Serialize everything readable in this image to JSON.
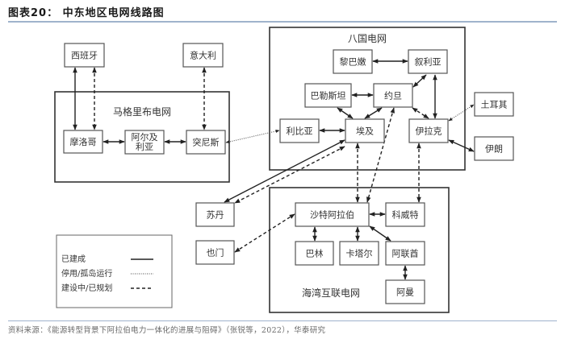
{
  "header": {
    "title": "图表20：  中东地区电网线路图"
  },
  "footer": {
    "source": "资料来源：《能源转型背景下阿拉伯电力一体化的进展与阻碍》（张锐等，2022），华泰研究"
  },
  "grids": [
    {
      "id": "maghreb",
      "label": "马格里布电网"
    },
    {
      "id": "eight",
      "label": "八国电网"
    },
    {
      "id": "gcc",
      "label": "海湾互联电网"
    }
  ],
  "nodes": [
    {
      "id": "spain",
      "label": "西班牙"
    },
    {
      "id": "italy",
      "label": "意大利"
    },
    {
      "id": "morocco",
      "label": "摩洛哥"
    },
    {
      "id": "algeria",
      "label": "阿尔及利亚",
      "lines": [
        "阿尔及",
        "利亚"
      ]
    },
    {
      "id": "tunisia",
      "label": "突尼斯"
    },
    {
      "id": "lebanon",
      "label": "黎巴嫩"
    },
    {
      "id": "syria",
      "label": "叙利亚"
    },
    {
      "id": "palestine",
      "label": "巴勒斯坦"
    },
    {
      "id": "jordan",
      "label": "约旦"
    },
    {
      "id": "libya",
      "label": "利比亚"
    },
    {
      "id": "egypt",
      "label": "埃及"
    },
    {
      "id": "iraq",
      "label": "伊拉克"
    },
    {
      "id": "turkey",
      "label": "土耳其"
    },
    {
      "id": "iran",
      "label": "伊朗"
    },
    {
      "id": "sudan",
      "label": "苏丹"
    },
    {
      "id": "yemen",
      "label": "也门"
    },
    {
      "id": "saudi",
      "label": "沙特阿拉伯"
    },
    {
      "id": "kuwait",
      "label": "科威特"
    },
    {
      "id": "bahrain",
      "label": "巴林"
    },
    {
      "id": "qatar",
      "label": "卡塔尔"
    },
    {
      "id": "uae",
      "label": "阿联酋"
    },
    {
      "id": "oman",
      "label": "阿曼"
    }
  ],
  "edges": [
    {
      "from": "spain",
      "to": "morocco",
      "status": "built"
    },
    {
      "from": "spain",
      "to": "morocco",
      "status": "planned"
    },
    {
      "from": "italy",
      "to": "tunisia",
      "status": "planned"
    },
    {
      "from": "morocco",
      "to": "algeria",
      "status": "built"
    },
    {
      "from": "algeria",
      "to": "tunisia",
      "status": "built"
    },
    {
      "from": "tunisia",
      "to": "libya",
      "status": "suspended"
    },
    {
      "from": "lebanon",
      "to": "syria",
      "status": "built"
    },
    {
      "from": "palestine",
      "to": "jordan",
      "status": "built"
    },
    {
      "from": "jordan",
      "to": "syria",
      "status": "built"
    },
    {
      "from": "syria",
      "to": "iraq",
      "status": "built"
    },
    {
      "from": "palestine",
      "to": "egypt",
      "status": "built"
    },
    {
      "from": "jordan",
      "to": "egypt",
      "status": "built"
    },
    {
      "from": "jordan",
      "to": "iraq",
      "status": "planned"
    },
    {
      "from": "libya",
      "to": "egypt",
      "status": "built"
    },
    {
      "from": "iraq",
      "to": "turkey",
      "status": "suspended"
    },
    {
      "from": "iraq",
      "to": "iran",
      "status": "built"
    },
    {
      "from": "egypt",
      "to": "sudan",
      "status": "built"
    },
    {
      "from": "egypt",
      "to": "sudan",
      "status": "planned"
    },
    {
      "from": "egypt",
      "to": "saudi",
      "status": "planned"
    },
    {
      "from": "jordan",
      "to": "saudi",
      "status": "planned"
    },
    {
      "from": "iraq",
      "to": "kuwait",
      "status": "planned"
    },
    {
      "from": "yemen",
      "to": "saudi",
      "status": "planned"
    },
    {
      "from": "saudi",
      "to": "kuwait",
      "status": "built"
    },
    {
      "from": "saudi",
      "to": "bahrain",
      "status": "built"
    },
    {
      "from": "saudi",
      "to": "qatar",
      "status": "built"
    },
    {
      "from": "saudi",
      "to": "uae",
      "status": "built"
    },
    {
      "from": "uae",
      "to": "oman",
      "status": "built"
    }
  ],
  "legend": {
    "items": [
      {
        "status": "built",
        "label": "已建成"
      },
      {
        "status": "suspended",
        "label": "停用/孤岛运行"
      },
      {
        "status": "planned",
        "label": "建设中/已规划"
      }
    ]
  },
  "colors": {
    "stroke": "#333333",
    "box_border": "#555555",
    "rule": "#9fb3cc"
  }
}
